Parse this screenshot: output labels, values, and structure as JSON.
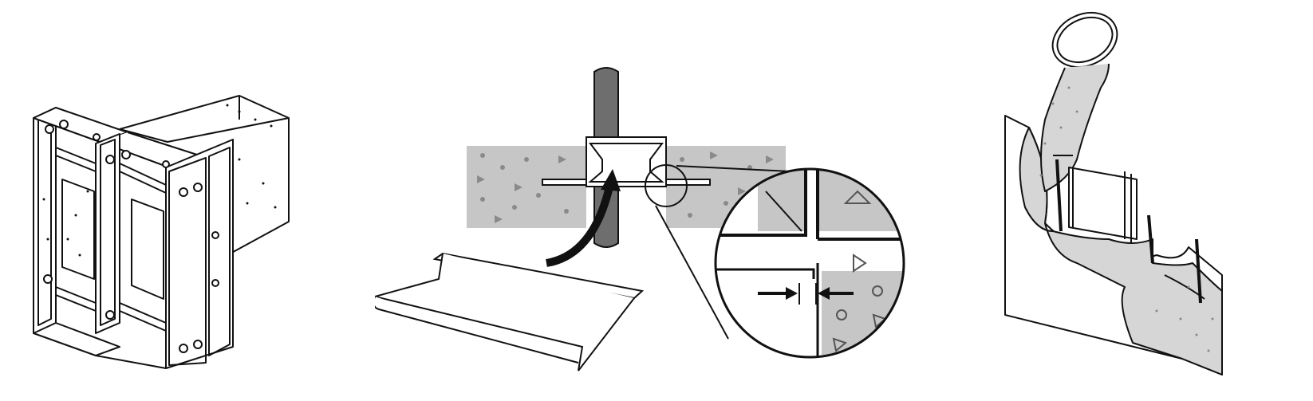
{
  "figure": {
    "panels": [
      {
        "id": "formwork-frame",
        "subject": "bolted-steel-box-formwork"
      },
      {
        "id": "waterstop-detail",
        "subject": "pipe-sleeve-with-waterstop-and-magnified-joint"
      },
      {
        "id": "concrete-pouring",
        "subject": "bucket-pouring-concrete-into-wall-form"
      }
    ],
    "colors": {
      "line": "#111111",
      "concrete_fill": "#c6c6c6",
      "pipe_fill": "#6e6e6e",
      "aggregate": "#8a8a8a",
      "background": "#ffffff"
    }
  }
}
